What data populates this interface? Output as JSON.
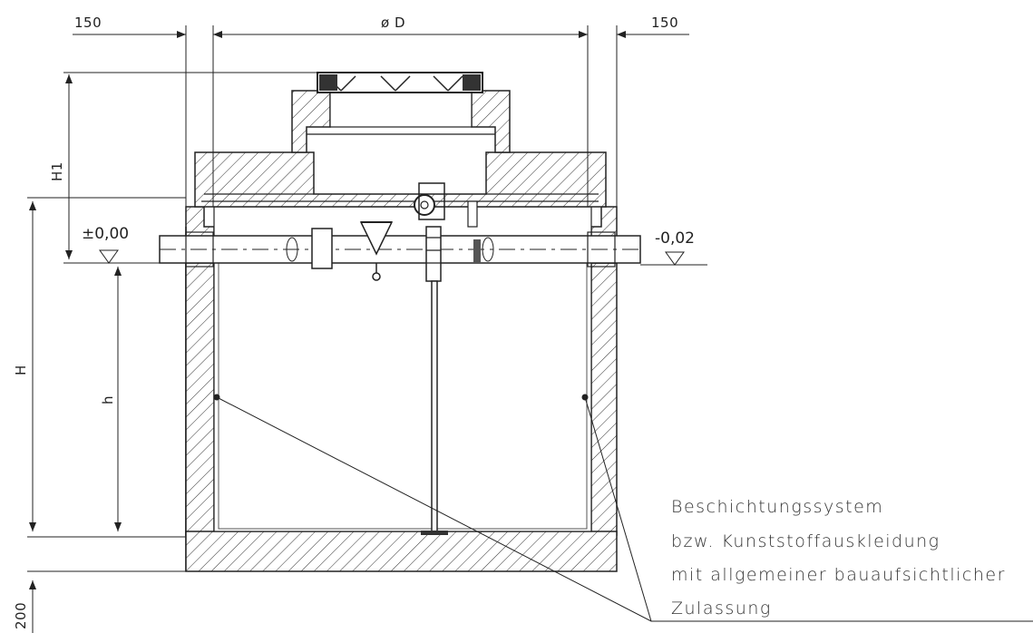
{
  "dimensions": {
    "left_wall": "150",
    "diameter": "ø D",
    "right_wall": "150",
    "h1": "H1",
    "h_total": "H",
    "h_inner": "h",
    "base": "200"
  },
  "levels": {
    "inlet": "±0,00",
    "outlet": "-0,02"
  },
  "note": {
    "line1": "Beschichtungssystem",
    "line2": "bzw. Kunststoffauskleidung",
    "line3": "mit allgemeiner bauaufsichtlicher",
    "line4": "Zulassung"
  }
}
